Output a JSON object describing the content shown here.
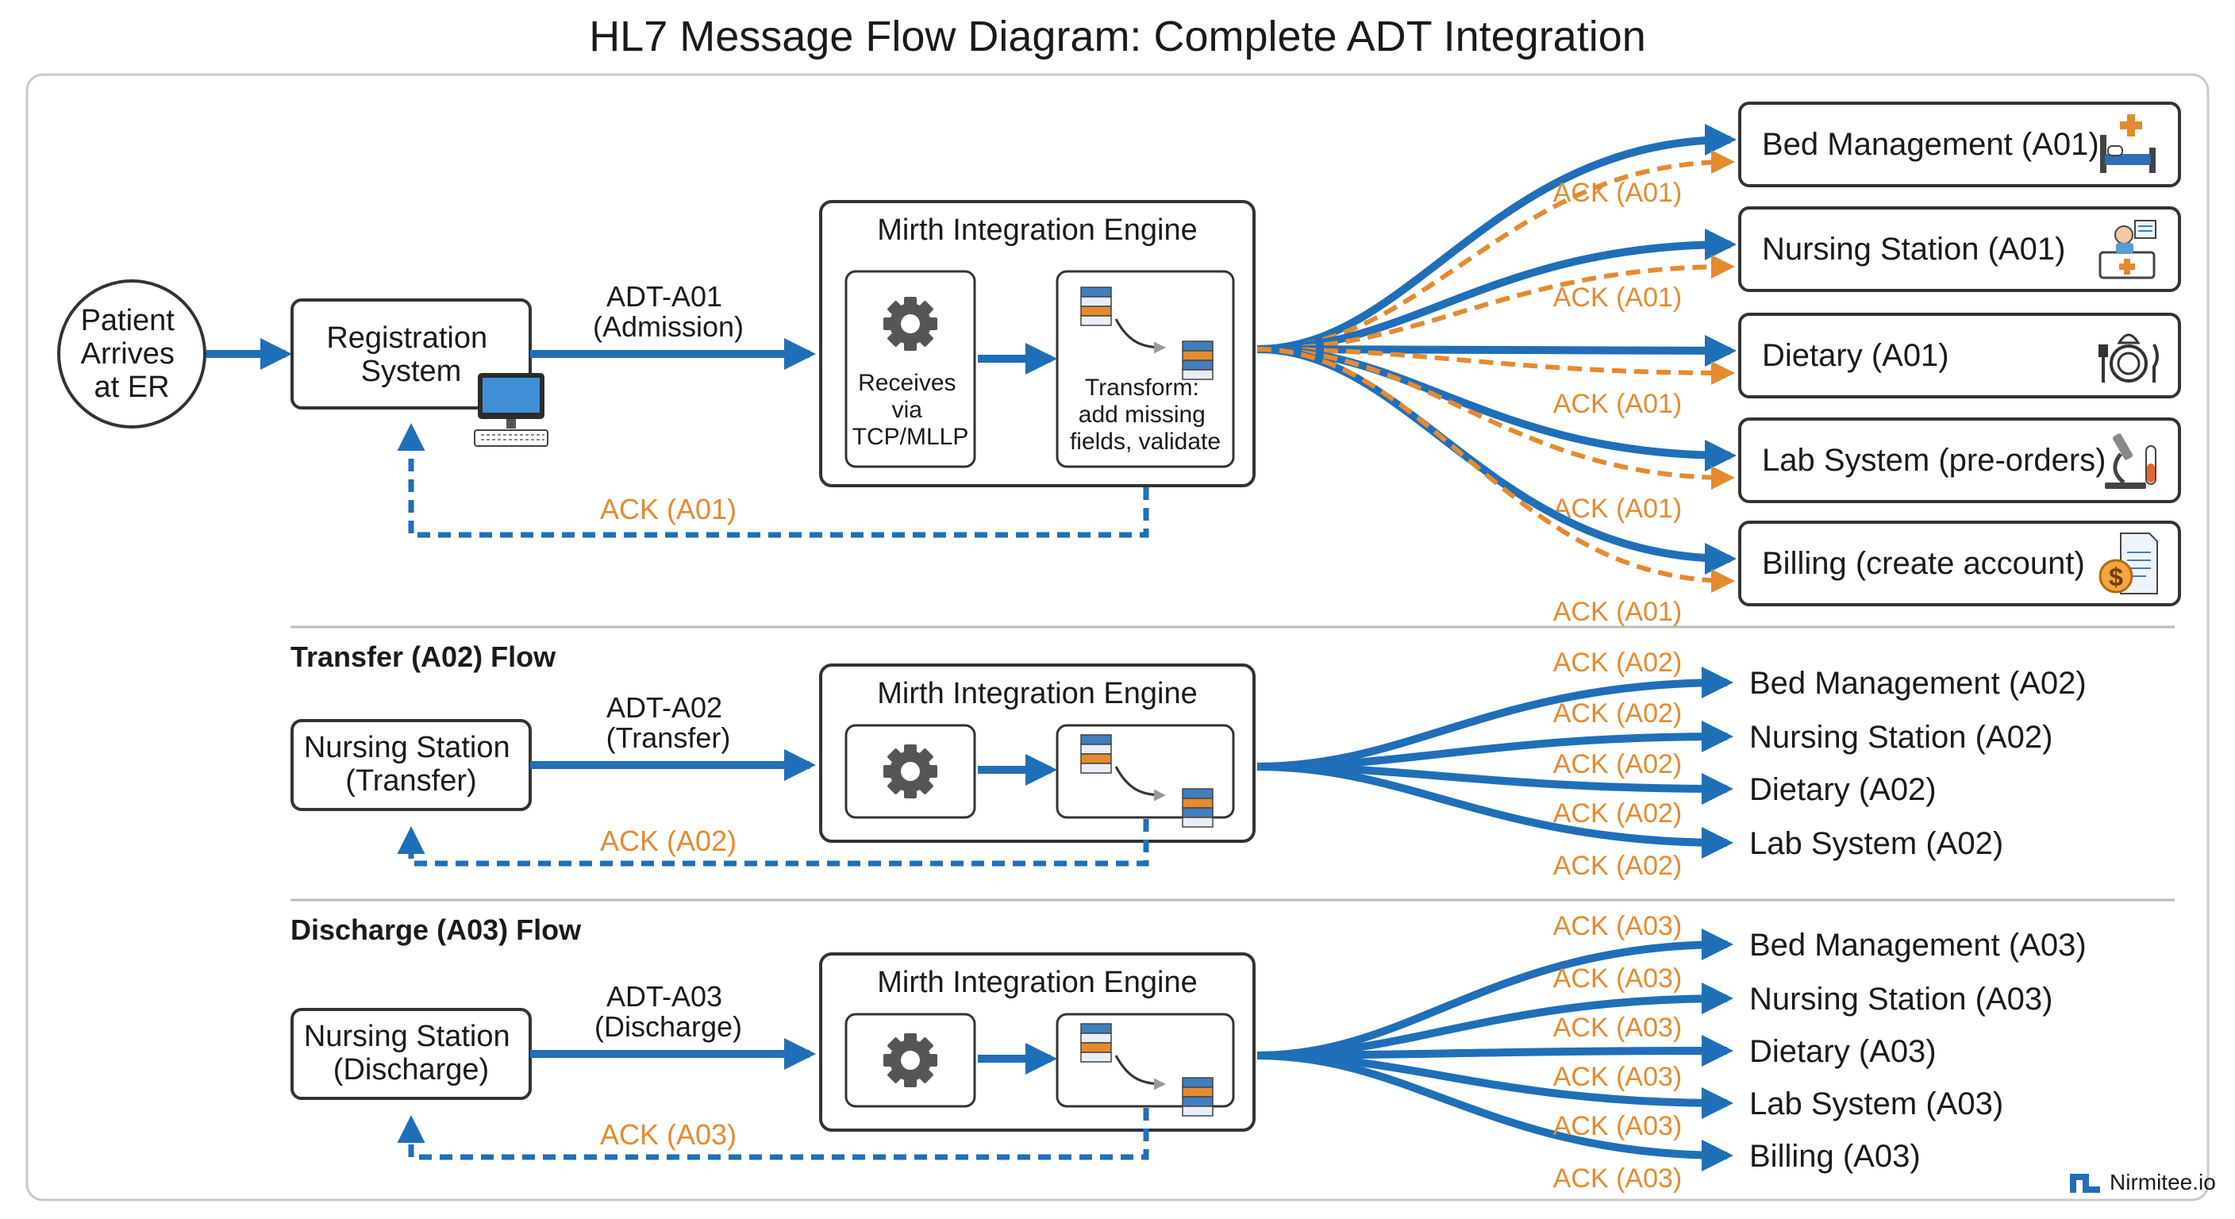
{
  "title": "HL7 Message Flow Diagram: Complete ADT Integration",
  "colors": {
    "flow": "#1f6fb8",
    "ack": "#e58a2e",
    "border": "#333333",
    "text": "#1a1a1a",
    "frame": "#c8c8c8",
    "divider": "#bbbbbb"
  },
  "admission": {
    "start_label_lines": [
      "Patient",
      "Arrives",
      "at ER"
    ],
    "source_lines": [
      "Registration",
      "System"
    ],
    "message_lines": [
      "ADT-A01",
      "(Admission)"
    ],
    "engine_title": "Mirth Integration Engine",
    "receive_lines": [
      "Receives",
      "via",
      "TCP/MLLP"
    ],
    "transform_lines": [
      "Transform:",
      "add missing",
      "fields, validate"
    ],
    "return_ack": "ACK (A01)",
    "destinations": [
      {
        "label": "Bed Management (A01)",
        "icon": "bed-icon"
      },
      {
        "label": "Nursing Station (A01)",
        "icon": "nurse-icon"
      },
      {
        "label": "Dietary (A01)",
        "icon": "dietary-icon"
      },
      {
        "label": "Lab System (pre-orders)",
        "icon": "microscope-icon"
      },
      {
        "label": "Billing (create account)",
        "icon": "billing-icon"
      }
    ],
    "acks": [
      "ACK (A01)",
      "ACK (A01)",
      "ACK (A01)",
      "ACK (A01)",
      "ACK (A01)"
    ]
  },
  "transfer": {
    "heading": "Transfer (A02) Flow",
    "source_lines": [
      "Nursing Station",
      "(Transfer)"
    ],
    "message_lines": [
      "ADT-A02",
      "(Transfer)"
    ],
    "engine_title": "Mirth Integration Engine",
    "return_ack": "ACK (A02)",
    "destinations": [
      "Bed Management (A02)",
      "Nursing Station (A02)",
      "Dietary (A02)",
      "Lab System (A02)"
    ],
    "acks": [
      "ACK (A02)",
      "ACK (A02)",
      "ACK (A02)",
      "ACK (A02)",
      "ACK (A02)"
    ]
  },
  "discharge": {
    "heading": "Discharge (A03) Flow",
    "source_lines": [
      "Nursing Station",
      "(Discharge)"
    ],
    "message_lines": [
      "ADT-A03",
      "(Discharge)"
    ],
    "engine_title": "Mirth Integration Engine",
    "return_ack": "ACK (A03)",
    "destinations": [
      "Bed Management (A03)",
      "Nursing Station (A03)",
      "Dietary (A03)",
      "Lab System (A03)",
      "Billing (A03)"
    ],
    "acks": [
      "ACK (A03)",
      "ACK (A03)",
      "ACK (A03)",
      "ACK (A03)",
      "ACK (A03)",
      "ACK (A03)"
    ]
  },
  "logo_text": "Nirmitee.io"
}
